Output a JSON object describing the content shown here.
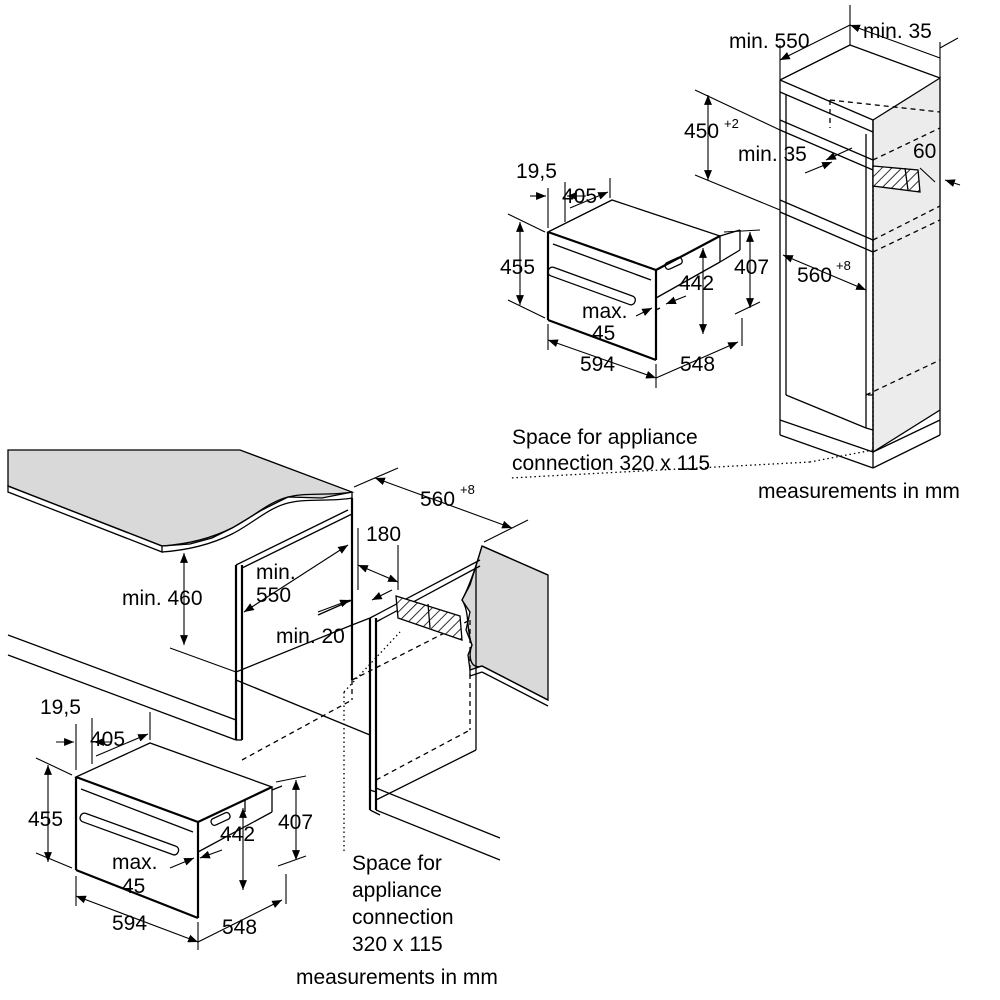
{
  "top_view": {
    "cabinet_width": "min. 550",
    "side_gap": "min. 35",
    "niche_height": "450",
    "niche_height_tolerance": "+2",
    "vent_gap": "min. 35",
    "vent_depth": "60",
    "niche_depth": "560",
    "niche_depth_tolerance": "+8",
    "oven": {
      "front_offset": "19,5",
      "depth_top": "405",
      "height": "455",
      "body_height": "407",
      "inner_height": "442",
      "handle_label_1": "max.",
      "handle_label_2": "45",
      "width": "594",
      "depth_bottom": "548"
    },
    "connection_line_1": "Space for appliance",
    "connection_line_2": "connection 320 x 115",
    "units": "measurements in mm"
  },
  "bottom_view": {
    "niche_depth": "560",
    "niche_depth_tolerance": "+8",
    "vent_offset": "180",
    "worktop_height": "min. 460",
    "cabinet_width_1": "min.",
    "cabinet_width_2": "550",
    "side_gap": "min. 20",
    "oven": {
      "front_offset": "19,5",
      "depth_top": "405",
      "height": "455",
      "inner_height": "442",
      "body_height": "407",
      "handle_label_1": "max.",
      "handle_label_2": "45",
      "width": "594",
      "depth_bottom": "548"
    },
    "connection_line_1": "Space for",
    "connection_line_2": "appliance",
    "connection_line_3": "connection",
    "connection_line_4": "320 x 115",
    "units": "measurements in mm"
  }
}
